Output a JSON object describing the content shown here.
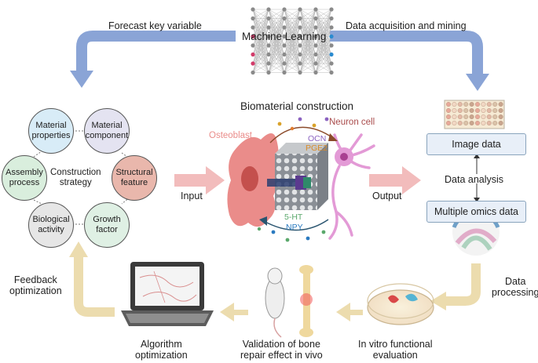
{
  "top": {
    "center_label": "Machine Learning",
    "left_label": "Forecast key variable",
    "right_label": "Data acquisition and mining"
  },
  "left_cycle": {
    "center_label": "Construction\nstrategy",
    "items": [
      {
        "label": "Material\nproperties",
        "color": "#d8ecf7"
      },
      {
        "label": "Material\ncomponent",
        "color": "#e4e3f1"
      },
      {
        "label": "Structural\nfeature",
        "color": "#e9b7ac"
      },
      {
        "label": "Growth\nfactor",
        "color": "#dff0e4"
      },
      {
        "label": "Biological\nactivity",
        "color": "#e6e6e6"
      },
      {
        "label": "Assembly\nprocess",
        "color": "#d9eedd"
      }
    ]
  },
  "center": {
    "title": "Biomaterial construction",
    "osteoblast_label": "Osteoblast",
    "neuron_label": "Neuron cell",
    "top_markers": [
      "OCN",
      "PGE2"
    ],
    "bottom_markers": [
      "5-HT",
      "NPY"
    ],
    "input_label": "Input",
    "output_label": "Output"
  },
  "right": {
    "image_box": "Image data",
    "analysis_label": "Data analysis",
    "omics_box": "Multiple omics data",
    "processing_label": "Data\nprocessing"
  },
  "bottom": {
    "in_vitro_label": "In vitro functional\nevaluation",
    "validation_label": "Validation of bone\nrepair effect in vivo",
    "algorithm_label": "Algorithm\noptimization",
    "feedback_label": "Feedback\noptimization"
  },
  "colors": {
    "blue_arrow": "#8aa4d6",
    "pink_arrow": "#f2bcbc",
    "tan_arrow": "#ecdcae",
    "osteoblast": "#ea8c8a",
    "neuron": "#e39ad6"
  }
}
